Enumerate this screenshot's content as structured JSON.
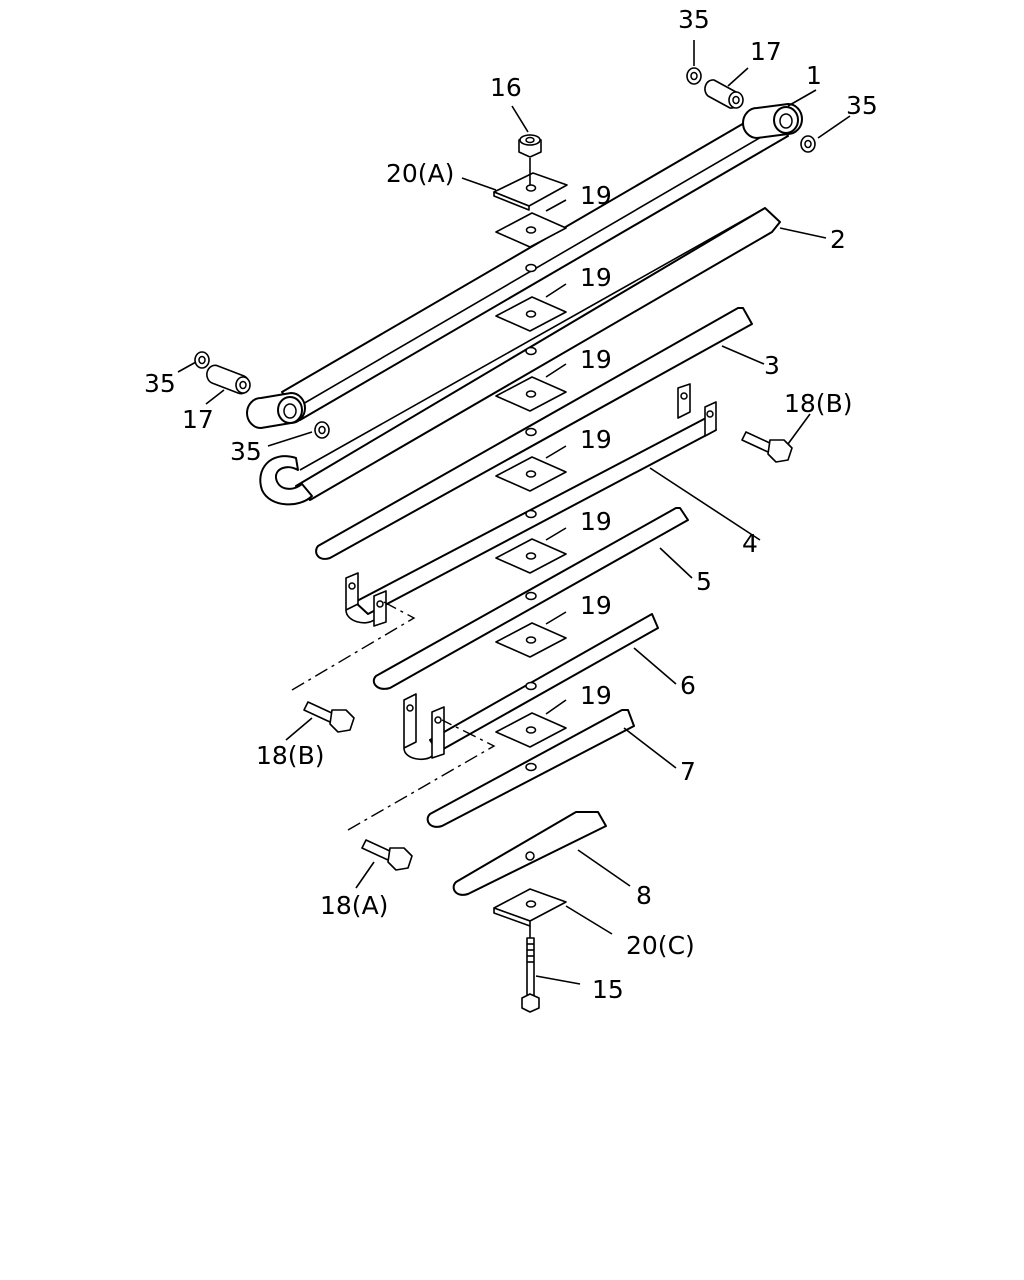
{
  "callouts": {
    "c1": "1",
    "c2": "2",
    "c3": "3",
    "c4": "4",
    "c5": "5",
    "c6": "6",
    "c7": "7",
    "c8": "8",
    "c15": "15",
    "c16": "16",
    "c17_top": "17",
    "c17_left": "17",
    "c18b_right": "18(B)",
    "c18b_left": "18(B)",
    "c18a": "18(A)",
    "c19_1": "19",
    "c19_2": "19",
    "c19_3": "19",
    "c19_4": "19",
    "c19_5": "19",
    "c19_6": "19",
    "c19_7": "19",
    "c20a": "20(A)",
    "c20c": "20(C)",
    "c35_top": "35",
    "c35_right": "35",
    "c35_left": "35",
    "c35_mid": "35"
  }
}
